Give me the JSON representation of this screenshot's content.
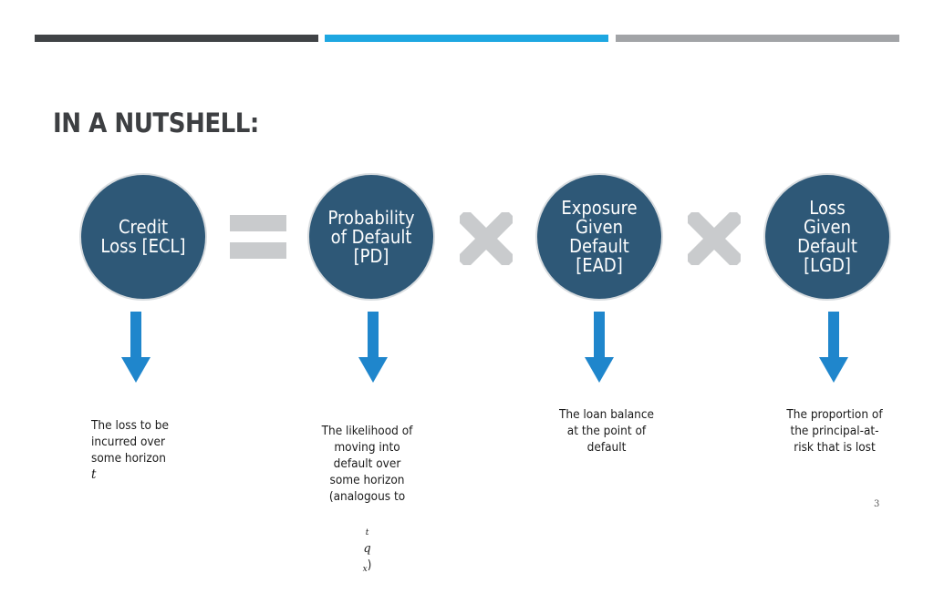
{
  "title": "IN A NUTSHELL:",
  "colors": {
    "bar_dark": "#404346",
    "bar_blue": "#1ea7e1",
    "bar_gray": "#a2a4a7",
    "circle_fill": "#2e5877",
    "arrow": "#1f86cc",
    "operator": "#c9cbcd"
  },
  "circles": [
    {
      "label": "Credit\nLoss [ECL]"
    },
    {
      "label": "Probability\nof Default\n[PD]"
    },
    {
      "label": "Exposure\nGiven\nDefault\n[EAD]"
    },
    {
      "label": "Loss\nGiven\nDefault\n[LGD]"
    }
  ],
  "operators": [
    "equals-icon",
    "multiply-icon",
    "multiply-icon"
  ],
  "descriptions": [
    {
      "text": "The loss to be\nincurred over\nsome horizon",
      "var": "t"
    },
    {
      "text": "The likelihood of\nmoving into\ndefault over\nsome horizon\n(analogous to",
      "formula_sub_left": "t",
      "formula_main": "q",
      "formula_sub_right": "x",
      "formula_close": ")"
    },
    {
      "text": "The loan balance\nat the point of\ndefault"
    },
    {
      "text": "The proportion of\nthe principal-at-\nrisk that is lost"
    }
  ],
  "page_number": "3"
}
